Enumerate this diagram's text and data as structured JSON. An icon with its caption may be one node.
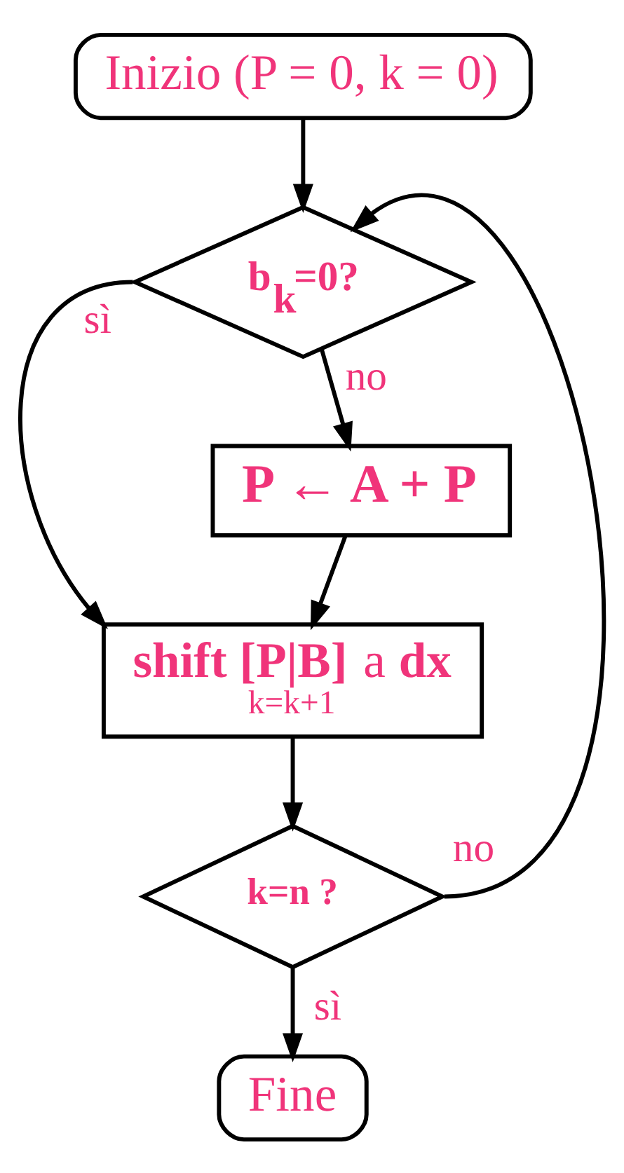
{
  "diagram": {
    "nodes": [
      {
        "text": [
          "Inizio (P = 0, k = 0)"
        ]
      },
      {
        "text": [
          "**b$_{k}$=0?**"
        ]
      },
      {
        "text": [
          "**P ← A + P**"
        ]
      },
      {
        "text": [
          "**shift [P|B]** a **dx**",
          "k=k+1"
        ]
      },
      {
        "text": [
          "**k=n ?**"
        ]
      },
      {
        "text": [
          "Fine"
        ]
      }
    ],
    "edges": [
      {
        "from": 0,
        "to": 1,
        "arrow": "to"
      },
      {
        "from": 1,
        "to": 2,
        "arrow": "to",
        "label": "no"
      },
      {
        "from": 1,
        "to": 3,
        "arrow": "to",
        "label": "sì"
      },
      {
        "from": 2,
        "to": 3,
        "arrow": "to"
      },
      {
        "from": 3,
        "to": 4,
        "arrow": "to"
      },
      {
        "from": 4,
        "to": 5,
        "arrow": "to",
        "label": "sì"
      },
      {
        "from": 4,
        "to": 1,
        "arrow": "to",
        "label": "no"
      }
    ]
  }
}
